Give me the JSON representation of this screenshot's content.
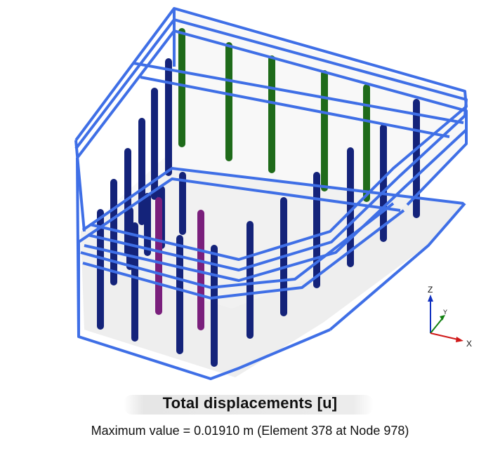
{
  "plot": {
    "title": "Total displacements [u]",
    "subtitle": "Maximum value = 0.01910 m (Element 378 at Node 978)"
  },
  "axes": {
    "z": "Z",
    "y": "Y",
    "x": "X"
  },
  "colors": {
    "wall": "#3f6fe6",
    "floor": "#eeeeee",
    "pile_navy": "#14237a",
    "pile_green": "#1f6b1a",
    "pile_purple": "#7a1f7c",
    "axis_z": "#1030c0",
    "axis_y": "#108010",
    "axis_x": "#d01818"
  },
  "piles": [
    {
      "color": "green"
    },
    {
      "color": "green"
    },
    {
      "color": "green"
    },
    {
      "color": "green"
    },
    {
      "color": "green"
    },
    {
      "color": "navy"
    },
    {
      "color": "navy"
    },
    {
      "color": "navy"
    },
    {
      "color": "navy"
    },
    {
      "color": "navy"
    },
    {
      "color": "navy"
    },
    {
      "color": "navy"
    },
    {
      "color": "navy"
    },
    {
      "color": "navy"
    },
    {
      "color": "navy"
    },
    {
      "color": "navy"
    },
    {
      "color": "navy"
    },
    {
      "color": "navy"
    },
    {
      "color": "navy"
    },
    {
      "color": "navy"
    },
    {
      "color": "navy"
    },
    {
      "color": "navy"
    },
    {
      "color": "navy"
    },
    {
      "color": "navy"
    },
    {
      "color": "purple"
    },
    {
      "color": "purple"
    }
  ]
}
